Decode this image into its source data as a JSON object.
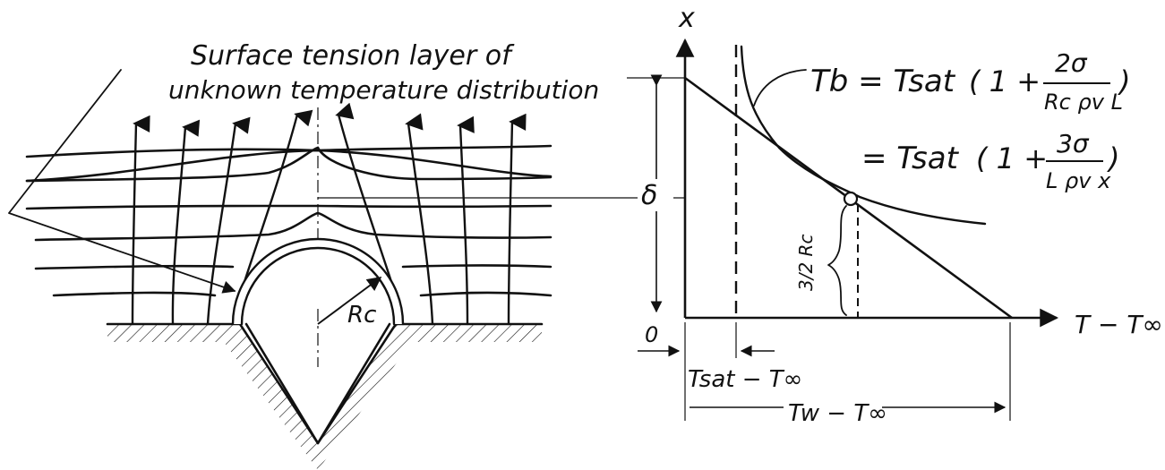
{
  "labels": {
    "caption_line1": "Surface tension layer of",
    "caption_line2": "unknown temperature distribution",
    "rc_left": "Rc",
    "axis_x": "x",
    "axis_t": "T − T∞",
    "origin": "0",
    "delta": "δ",
    "tsat_minus_tinf": "Tsat − T∞",
    "tw_minus_tinf": "Tw − T∞",
    "three_halves_rc": "3/2 Rc",
    "eq1_lhs": "Tb = Tsat",
    "eq1_num": "2σ",
    "eq1_den": "Rc ρv L",
    "eq2_lhs": "= Tsat",
    "eq2_num": "3σ",
    "eq2_den": "L ρv x",
    "paren_open": "( 1 +",
    "paren_close": ")"
  },
  "colors": {
    "ink": "#111111",
    "paper": "#ffffff"
  }
}
